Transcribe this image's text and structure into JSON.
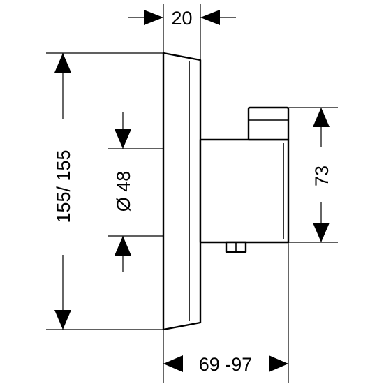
{
  "dimensions": {
    "top_width": "20",
    "height_left": "155/ 155",
    "diameter": "Ø 48",
    "height_right": "73",
    "bottom_depth": "69 -97"
  }
}
